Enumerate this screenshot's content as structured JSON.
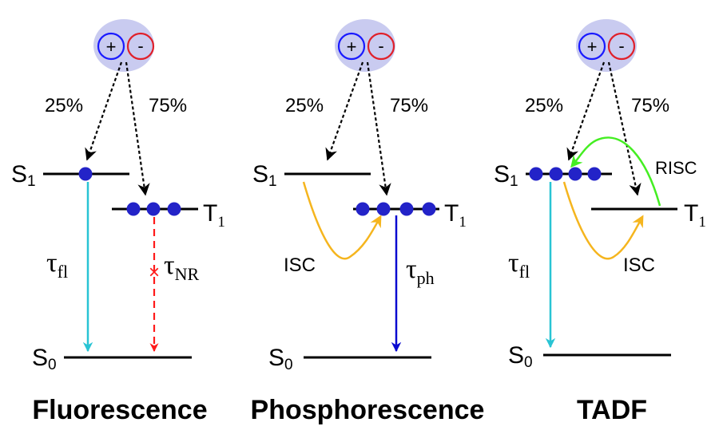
{
  "labels": {
    "plus": "+",
    "minus": "-",
    "p25": "25%",
    "p75": "75%",
    "S": "S",
    "T": "T",
    "sub1": "1",
    "sub0": "0",
    "tau": "τ",
    "fl": "fl",
    "NR": "NR",
    "ph": "ph",
    "ISC": "ISC",
    "RISC": "RISC",
    "nr_cross": "×"
  },
  "titles": {
    "fluorescence": "Fluorescence",
    "phosphorescence": "Phosphorescence",
    "tadf": "TADF"
  },
  "colors": {
    "plus_ring": "#1a1aff",
    "minus_ring": "#e0202a",
    "exciton_bg": "#c9cbf0",
    "dot": "#2323c8",
    "dash_arrow": "#000000",
    "fluor_arrow": "#29c4d4",
    "nr_arrow": "#ff1a1a",
    "phos_arrow": "#0a0ad0",
    "isc_arrow": "#f5b51e",
    "risc_arrow": "#44ee22"
  }
}
